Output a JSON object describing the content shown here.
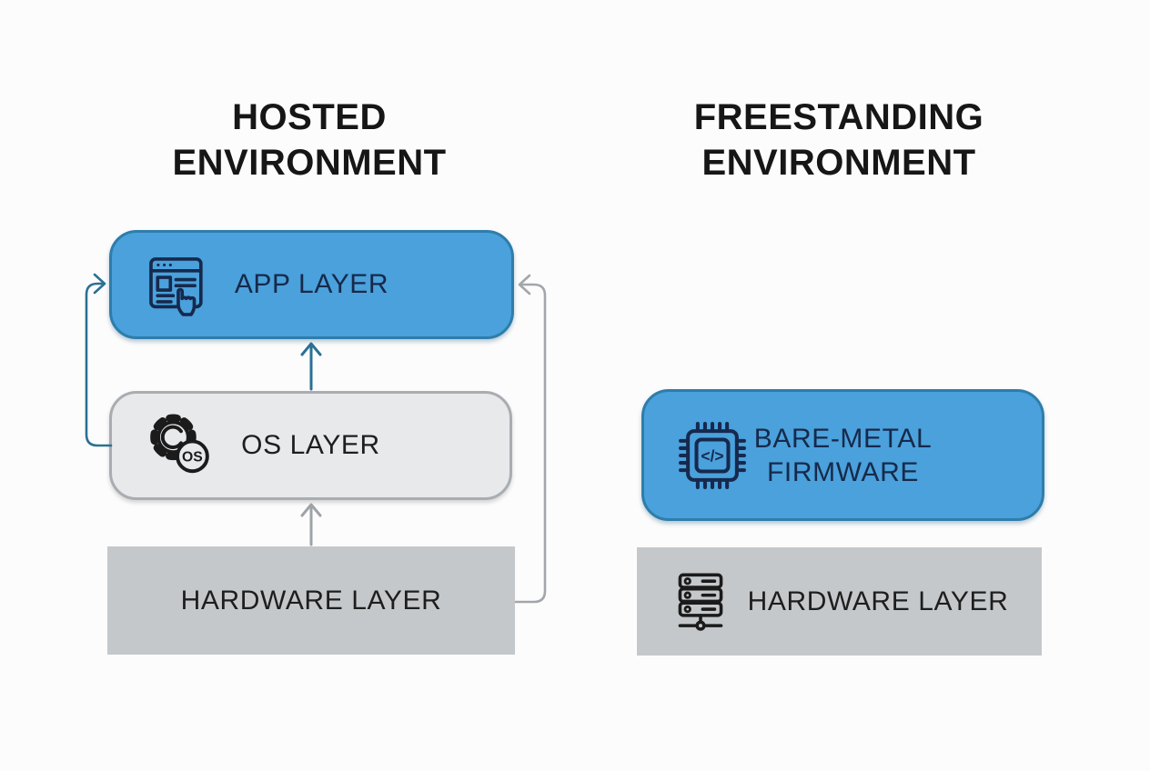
{
  "diagram": {
    "hosted": {
      "title": "HOSTED ENVIRONMENT",
      "layers": [
        {
          "label": "APP LAYER",
          "icon": "app-window-pointer-icon"
        },
        {
          "label": "OS LAYER",
          "icon": "gear-os-icon",
          "badge": "OS"
        },
        {
          "label": "HARDWARE LAYER"
        }
      ],
      "arrows": [
        {
          "from": "hardware-layer",
          "to": "os-layer",
          "style": "gray",
          "direction": "up"
        },
        {
          "from": "os-layer",
          "to": "app-layer",
          "style": "blue",
          "direction": "up"
        },
        {
          "from": "os-layer",
          "to": "app-layer",
          "style": "blue",
          "direction": "left-loop"
        },
        {
          "from": "hardware-layer",
          "to": "app-layer",
          "style": "gray",
          "direction": "right-loop"
        }
      ]
    },
    "freestanding": {
      "title": "FREESTANDING ENVIRONMENT",
      "layers": [
        {
          "label": "BARE-METAL FIRMWARE",
          "icon": "chip-code-icon",
          "code": "</>"
        },
        {
          "label": "HARDWARE LAYER",
          "icon": "server-rack-icon"
        }
      ]
    },
    "colors": {
      "layer_blue": "#4aa1dc",
      "layer_blue_border": "#2e7dab",
      "layer_light": "#e7e9ea",
      "layer_light_border": "#a9adb1",
      "layer_gray": "#c5c8cb",
      "arrow_blue": "#2b7094",
      "arrow_gray": "#9ea3a7",
      "text_navy": "#17294a",
      "text_dark": "#1e1e1e"
    }
  }
}
